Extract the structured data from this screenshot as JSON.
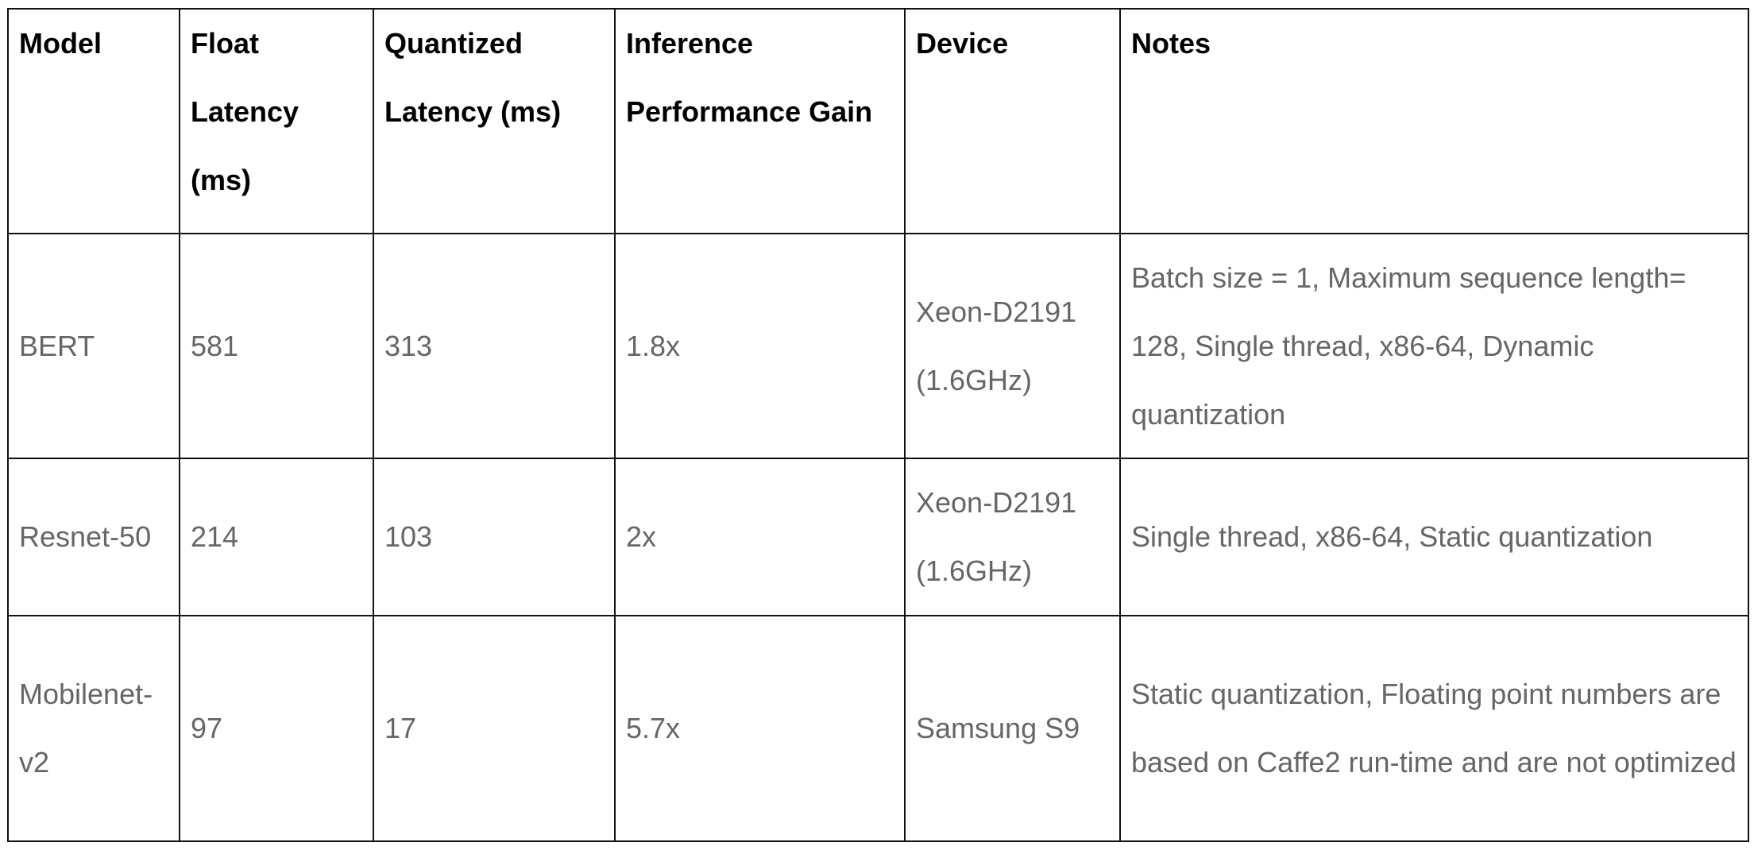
{
  "table": {
    "headers": [
      "Model",
      "Float Latency (ms)",
      "Quantized Latency (ms)",
      "Inference Performance Gain",
      "Device",
      "Notes"
    ],
    "rows": [
      {
        "model": "BERT",
        "float_latency": "581",
        "quantized_latency": "313",
        "gain": "1.8x",
        "device": "Xeon-D2191 (1.6GHz)",
        "notes": "Batch size = 1, Maximum sequence length= 128, Single thread, x86-64, Dynamic quantization"
      },
      {
        "model": "Resnet-50",
        "float_latency": "214",
        "quantized_latency": "103",
        "gain": "2x",
        "device": "Xeon-D2191 (1.6GHz)",
        "notes": "Single thread, x86-64, Static quantization"
      },
      {
        "model": "Mobilenet-v2",
        "float_latency": "97",
        "quantized_latency": "17",
        "gain": "5.7x",
        "device": "Samsung S9",
        "notes": "Static quantization, Floating point numbers are based on Caffe2 run-time and are not optimized"
      }
    ]
  }
}
